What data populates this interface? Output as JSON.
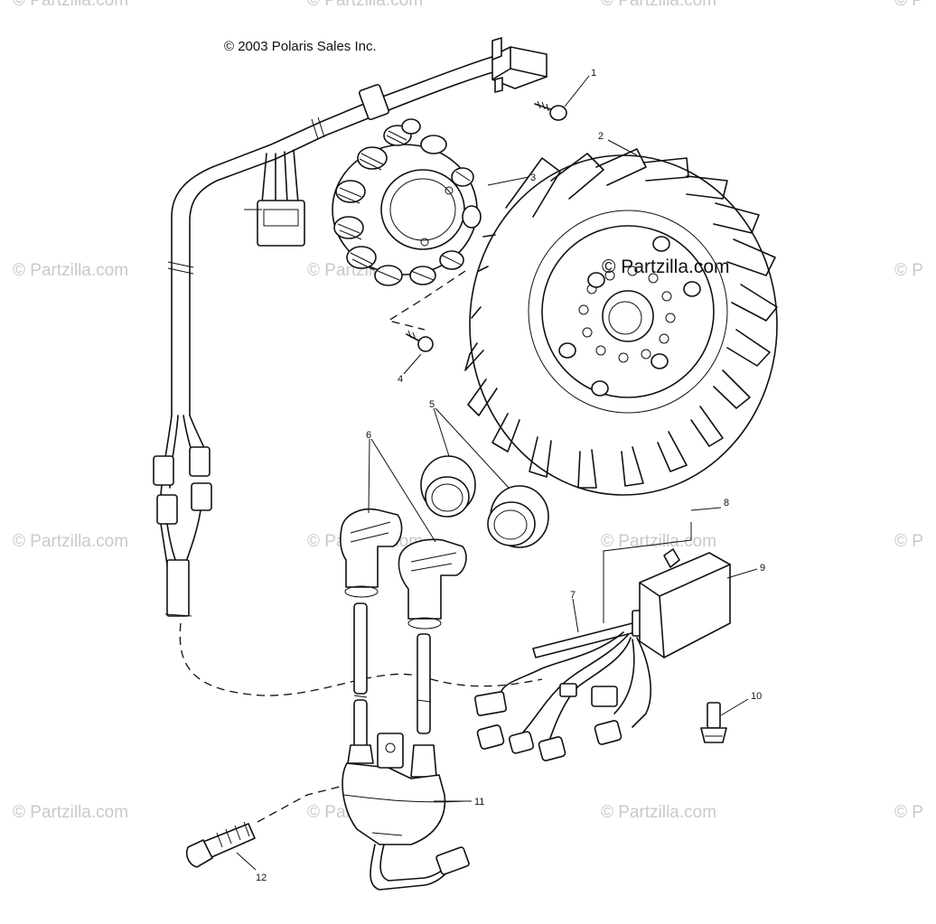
{
  "copyright": "© 2003 Polaris Sales Inc.",
  "watermark": "© Partzilla.com",
  "watermark_truncated": "© P",
  "center_watermark": "© Partzilla.com",
  "callouts": [
    "1",
    "2",
    "3",
    "4",
    "5",
    "6",
    "7",
    "8",
    "9",
    "10",
    "11",
    "12"
  ]
}
